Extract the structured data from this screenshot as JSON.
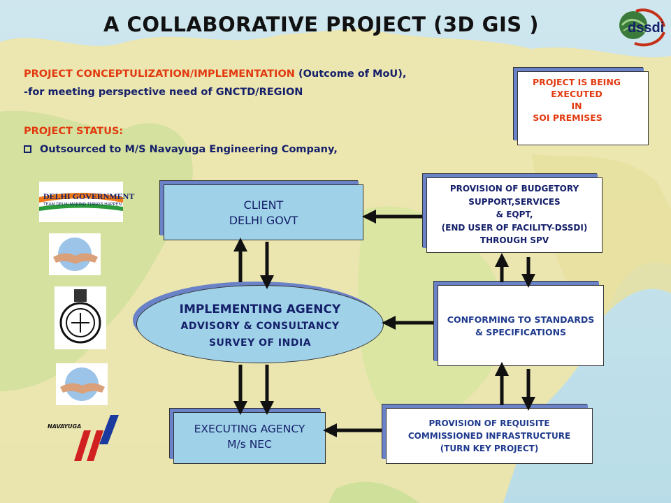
{
  "title": "A COLLABORATIVE PROJECT (3D GIS )",
  "intro": {
    "line1_red": "PROJECT CONCEPTULIZATION/IMPLEMENTATION",
    "line1_dark": " (Outcome of MoU),",
    "line2": "-for meeting perspective need of GNCTD/REGION",
    "status_label": "PROJECT STATUS:",
    "status_item": "Outsourced to M/S Navayuga Engineering Company,"
  },
  "note_box": {
    "lines": [
      "PROJECT IS BEING",
      "EXECUTED",
      "IN",
      "SOI PREMISES"
    ]
  },
  "client_box": {
    "lines": [
      "CLIENT",
      "DELHI GOVT"
    ]
  },
  "budget_box": {
    "lines": [
      "PROVISION OF BUDGETORY",
      "SUPPORT,SERVICES",
      "& EQPT,",
      "(END USER OF FACILITY-DSSDI)",
      "THROUGH SPV"
    ]
  },
  "agency_ellipse": {
    "lines": [
      "IMPLEMENTING AGENCY",
      "ADVISORY & CONSULTANCY",
      "SURVEY OF INDIA"
    ]
  },
  "standards_box": {
    "lines": [
      "CONFORMING TO STANDARDS",
      "& SPECIFICATIONS"
    ]
  },
  "executing_box": {
    "lines": [
      "EXECUTING AGENCY",
      "M/s NEC"
    ]
  },
  "provision_box": {
    "lines": [
      "PROVISION OF REQUISITE",
      "COMMISSIONED INFRASTRUCTURE",
      "(TURN KEY PROJECT)"
    ]
  },
  "side_logos": {
    "delhi_gov_line1": "DELHI GOVERNMENT",
    "delhi_gov_line2": "TEAM DELHI MAKING THINGS HAPPEN",
    "navayuga": "NAVAYUGA"
  },
  "colors": {
    "red": "#e23a10",
    "dark_blue": "#15206a",
    "box_text": "#1f3a8e",
    "box_fill": "#9fd2e8",
    "arrow": "#111111"
  }
}
